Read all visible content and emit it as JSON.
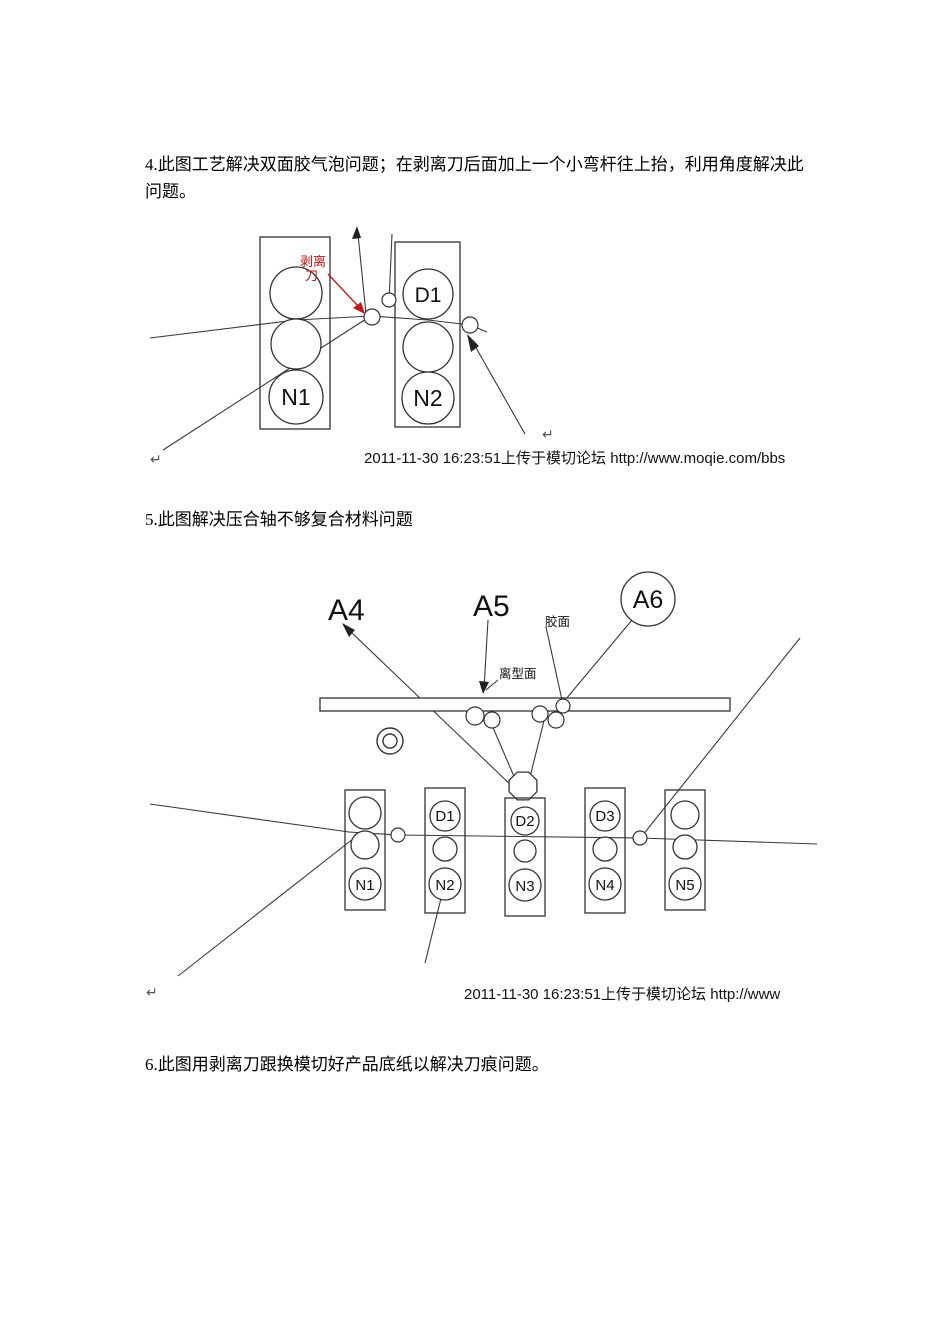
{
  "document": {
    "item4": "4.此图工艺解决双面胶气泡问题；在剥离刀后面加上一个小弯杆往上抬，利用角度解决此\n问题。",
    "item5": "5.此图解决压合轴不够复合材料问题",
    "item6": "6.此图用剥离刀跟换模切好产品底纸以解决刀痕问题。",
    "linebreak_mark": "↵"
  },
  "diagram1": {
    "peel_knife_line1": "剥离",
    "peel_knife_line2": "刀",
    "rollers": {
      "d1": "D1",
      "n1": "N1",
      "n2": "N2"
    },
    "caption": "2011-11-30 16:23:51上传于模切论坛 http://www.moqie.com/bbs"
  },
  "diagram2": {
    "arrows": {
      "a4": "A4",
      "a5": "A5",
      "a6": "A6"
    },
    "surface_labels": {
      "glue": "胶面",
      "release": "离型面"
    },
    "rollers": {
      "d1": "D1",
      "d2": "D2",
      "d3": "D3",
      "n1": "N1",
      "n2": "N2",
      "n3": "N3",
      "n4": "N4",
      "n5": "N5"
    },
    "caption": "2011-11-30 16:23:51上传于模切论坛 http://www"
  },
  "colors": {
    "accent_red": "#c11616",
    "line": "#3a3a3a",
    "text": "#000000",
    "background": "#ffffff"
  }
}
